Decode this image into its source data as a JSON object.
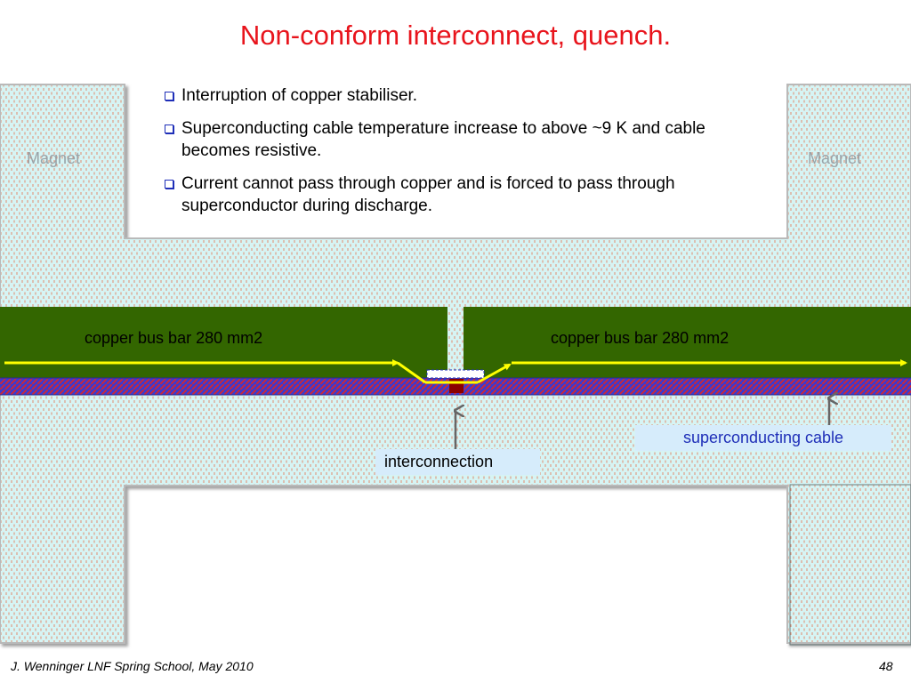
{
  "title": "Non-conform interconnect, quench.",
  "bullets": [
    {
      "text": "Interruption of copper stabiliser."
    },
    {
      "text": "Superconducting cable temperature increase to above  ~9 K and cable becomes resistive."
    },
    {
      "text": "Current cannot pass through copper and is forced to pass through superconductor during discharge."
    }
  ],
  "labels": {
    "magnet_left": "Magnet",
    "magnet_right": "Magnet",
    "busbar_left": "copper bus bar 280 mm2",
    "busbar_right": "copper bus bar 280 mm2",
    "interconnection": "interconnection",
    "superconducting_cable": "superconducting cable"
  },
  "colors": {
    "title": "#e8141c",
    "copper_bus_bar": "#336600",
    "current_arrow": "#ffff00",
    "cable_stripes": [
      "#3a3ad0",
      "#c8283c"
    ],
    "callout_background": "#d6ecfb",
    "superconducting_cable_text": "#1f2fb8"
  },
  "footer": {
    "author": "J. Wenninger LNF Spring School, May 2010",
    "page_number": "48"
  }
}
